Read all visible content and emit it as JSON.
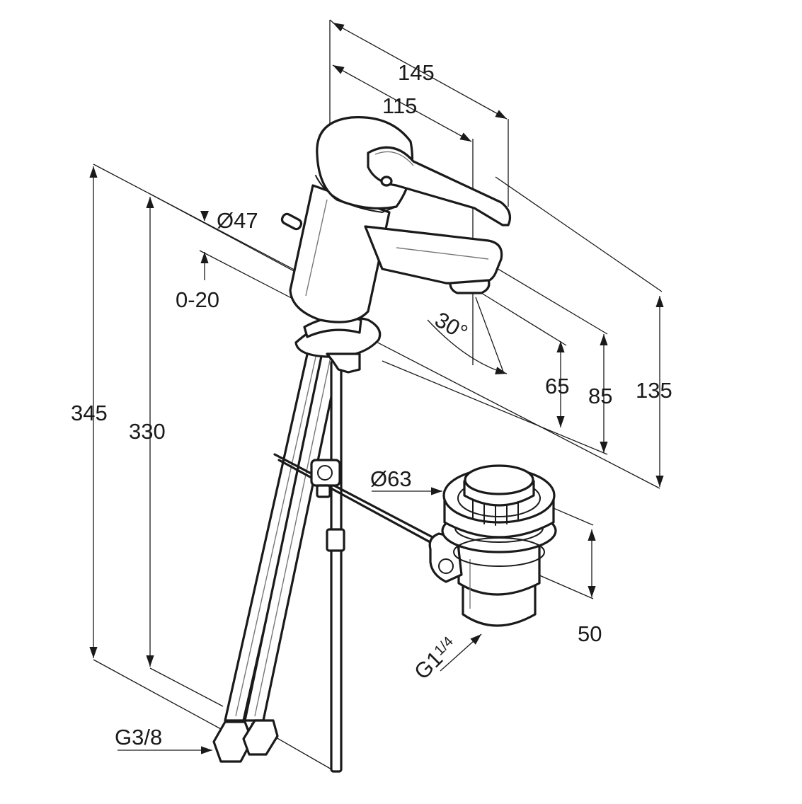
{
  "dimensions": {
    "total_width": "145",
    "spout_reach": "115",
    "body_diameter": "Ø47",
    "popup_travel": "0-20",
    "overall_height": "345",
    "hose_length": "330",
    "spout_angle_deg": "30",
    "spout_angle_unit": "°",
    "outlet_height": "65",
    "spout_height": "85",
    "handle_height": "135",
    "waste_diameter": "Ø63",
    "waste_height": "50",
    "waste_thread_main": "G1",
    "waste_thread_fraction": "1/4",
    "hose_thread": "G3/8"
  }
}
